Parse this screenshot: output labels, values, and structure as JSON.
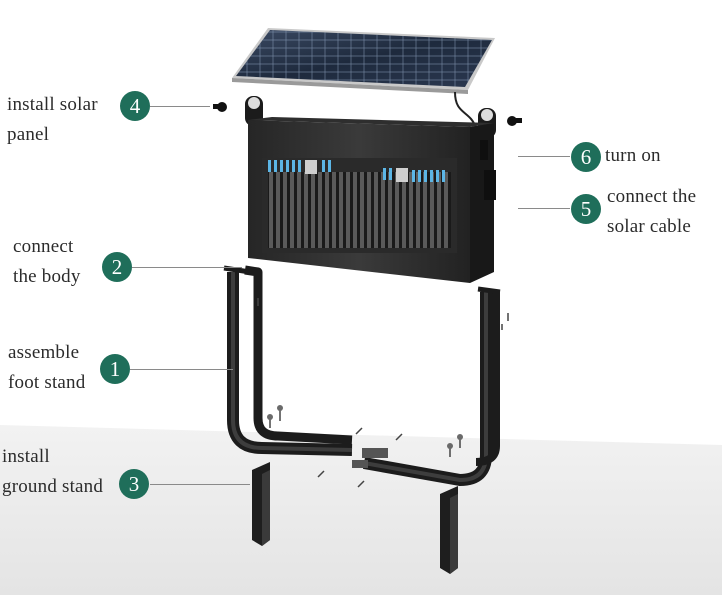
{
  "accent": "#1f6e5a",
  "steps": [
    {
      "number": "1",
      "label": "assemble\nfoot stand"
    },
    {
      "number": "2",
      "label": "connect\nthe body"
    },
    {
      "number": "3",
      "label": "install\nground stand"
    },
    {
      "number": "4",
      "label": "install solar\npanel"
    },
    {
      "number": "5",
      "label": "connect the\nsolar cable"
    },
    {
      "number": "6",
      "label": "turn on"
    }
  ]
}
